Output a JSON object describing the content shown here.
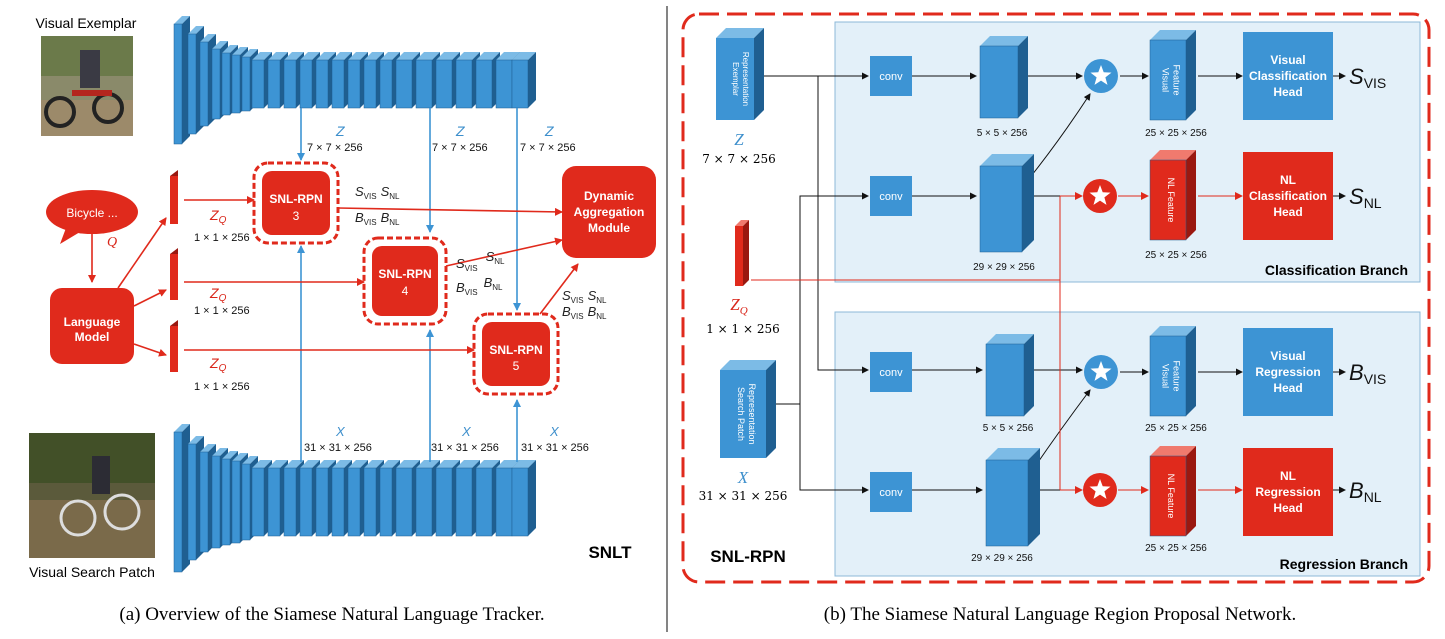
{
  "left": {
    "visual_exemplar_label": "Visual Exemplar",
    "visual_search_label": "Visual Search Patch",
    "bicycle_bubble": "Bicycle ...",
    "q_label": "Q",
    "language_model": [
      "Language",
      "Model"
    ],
    "zq_label": "Z",
    "zq_sub": "Q",
    "zq_dim": "1 × 1 × 256",
    "z_label": "Z",
    "z_dim": "7 × 7 × 256",
    "x_label": "X",
    "x_dim": "31 × 31 × 256",
    "snl_rpn": [
      "SNL-RPN",
      "3",
      "4",
      "5"
    ],
    "dynamic_agg": [
      "Dynamic",
      "Aggregation",
      "Module"
    ],
    "s_vis": "S",
    "s_vis_sub": "VIS",
    "s_nl": "S",
    "s_nl_sub": "NL",
    "b_vis": "B",
    "b_vis_sub": "VIS",
    "b_nl": "B",
    "b_nl_sub": "NL",
    "snlt": "SNLT",
    "caption": "(a) Overview of the Siamese Natural Language Tracker."
  },
  "right": {
    "exemplar_rep": [
      "Exemplar",
      "Representation"
    ],
    "search_rep": [
      "Search Patch",
      "Representation"
    ],
    "z_label": "Z",
    "z_dim": "7 × 7 × 256",
    "zq_label": "Z",
    "zq_sub": "Q",
    "zq_dim": "1 × 1 × 256",
    "x_label": "X",
    "x_dim": "31 × 31 × 256",
    "conv": "conv",
    "dim_5": "5 × 5 × 256",
    "dim_29": "29 × 29 × 256",
    "dim_25": "25 × 25 × 256",
    "visual_feature": [
      "Visual",
      "Feature"
    ],
    "nl_feature": "NL Feature",
    "vis_cls_head": [
      "Visual",
      "Classification",
      "Head"
    ],
    "nl_cls_head": [
      "NL",
      "Classification",
      "Head"
    ],
    "vis_reg_head": [
      "Visual",
      "Regression",
      "Head"
    ],
    "nl_reg_head": [
      "NL",
      "Regression",
      "Head"
    ],
    "out_s_vis": "S",
    "out_s_vis_sub": "VIS",
    "out_s_nl": "S",
    "out_s_nl_sub": "NL",
    "out_b_vis": "B",
    "out_b_vis_sub": "VIS",
    "out_b_nl": "B",
    "out_b_nl_sub": "NL",
    "cls_branch": "Classification Branch",
    "reg_branch": "Regression Branch",
    "snl_rpn": "SNL-RPN",
    "caption": "(b) The Siamese Natural Language Region Proposal Network."
  },
  "colors": {
    "blue": "#3d94d4",
    "blue_dark": "#1f5f91",
    "blue_light": "#7cbbe6",
    "red": "#e02a1c",
    "red_dark": "#9a1810",
    "panel": "#e3f0f9",
    "label_blue": "#3d8fcc",
    "label_red": "#d9261a"
  }
}
